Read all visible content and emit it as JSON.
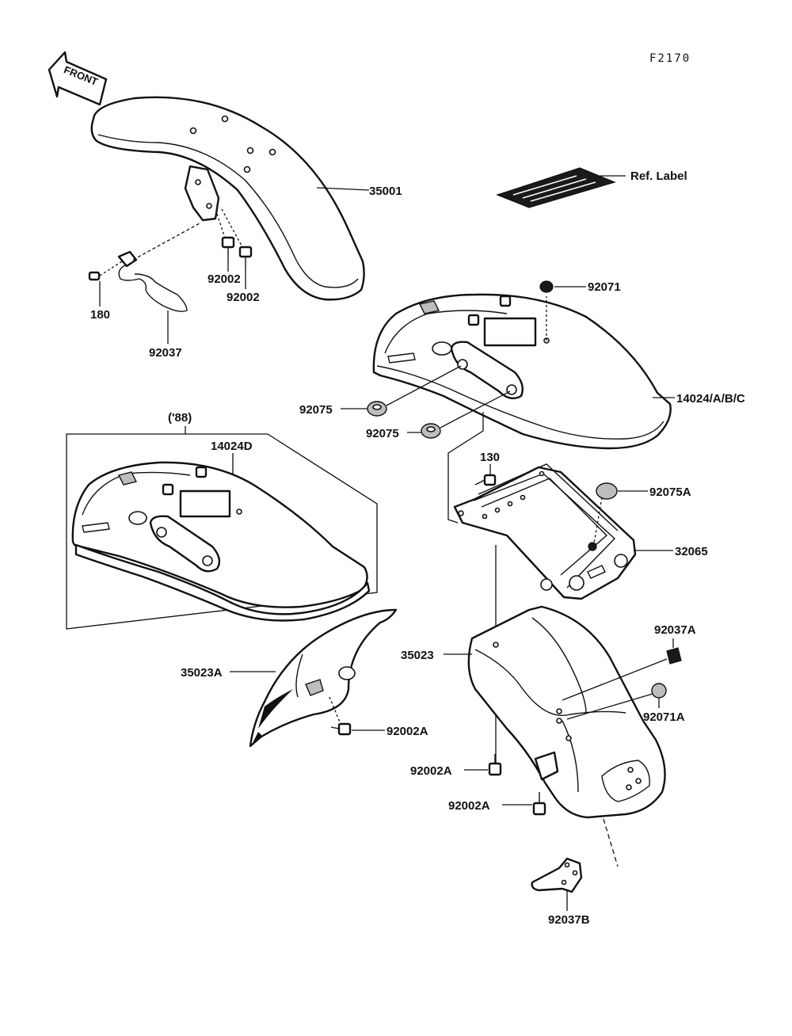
{
  "figure_code": "F2170",
  "front_arrow_text": "FRONT",
  "labels": {
    "ref_label": "Ref. Label",
    "p35001": "35001",
    "p92002_a": "92002",
    "p92002_b": "92002",
    "p180": "180",
    "p92037": "92037",
    "p92071": "92071",
    "p14024abc": "14024/A/B/C",
    "p92075_a": "92075",
    "p92075_b": "92075",
    "year_88": "('88)",
    "p14024d": "14024D",
    "p130": "130",
    "p92075a": "92075A",
    "p32065": "32065",
    "p92037a": "92037A",
    "p35023": "35023",
    "p35023a": "35023A",
    "p92071a": "92071A",
    "p92002a_1": "92002A",
    "p92002a_2": "92002A",
    "p92002a_3": "92002A",
    "p92037b": "92037B"
  }
}
